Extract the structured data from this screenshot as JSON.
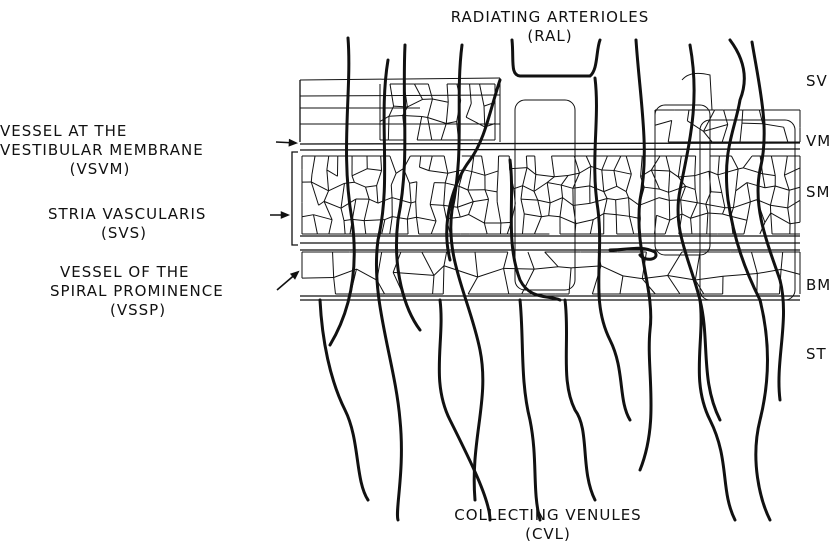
{
  "labels": {
    "ral": {
      "name": "RADIATING  ARTERIOLES",
      "abbr": "(RAL)"
    },
    "cvl": {
      "name": "COLLECTING  VENULES",
      "abbr": "(CVL)"
    },
    "vsvm": {
      "line1": "VESSEL AT THE",
      "line2": "VESTIBULAR MEMBRANE",
      "abbr": "(VSVM)"
    },
    "svs": {
      "line1": "STRIA VASCULARIS",
      "abbr": "(SVS)"
    },
    "vssp": {
      "line1": "VESSEL OF THE",
      "line2": "SPIRAL PROMINENCE",
      "abbr": "(VSSP)"
    }
  },
  "regions": {
    "sv": "SV",
    "vm": "VM",
    "sm": "SM",
    "bm": "BM",
    "st": "ST"
  },
  "colors": {
    "ink": "#111111",
    "background": "#ffffff"
  }
}
